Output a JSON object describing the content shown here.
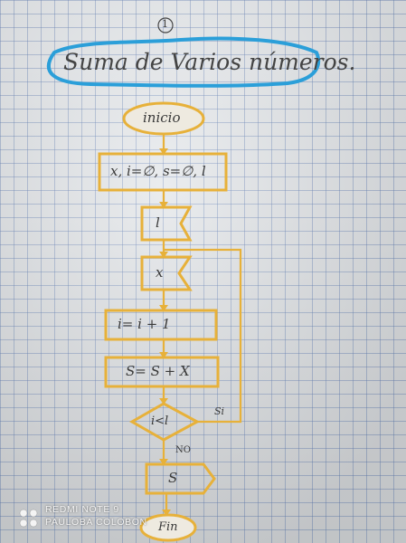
{
  "page_number": "1",
  "title": "Suma de Varios números.",
  "flowchart": {
    "start": "inicio",
    "init": "x, i=∅, s=∅, l",
    "input_l": "l",
    "input_x": "x",
    "increment": "i= i + 1",
    "accumulate": "S= S + X",
    "decision": "i<l",
    "yes_label": "Si",
    "no_label": "NO",
    "output": "S",
    "end": "Fin"
  },
  "watermark": {
    "line1": "REDMI NOTE 9",
    "line2": "PAULOBA COLOBON"
  },
  "colors": {
    "marker": "#e7b13a",
    "title_outline": "#2b9fd9",
    "ink": "#3a3a3a",
    "grid": "#5f7db4"
  }
}
